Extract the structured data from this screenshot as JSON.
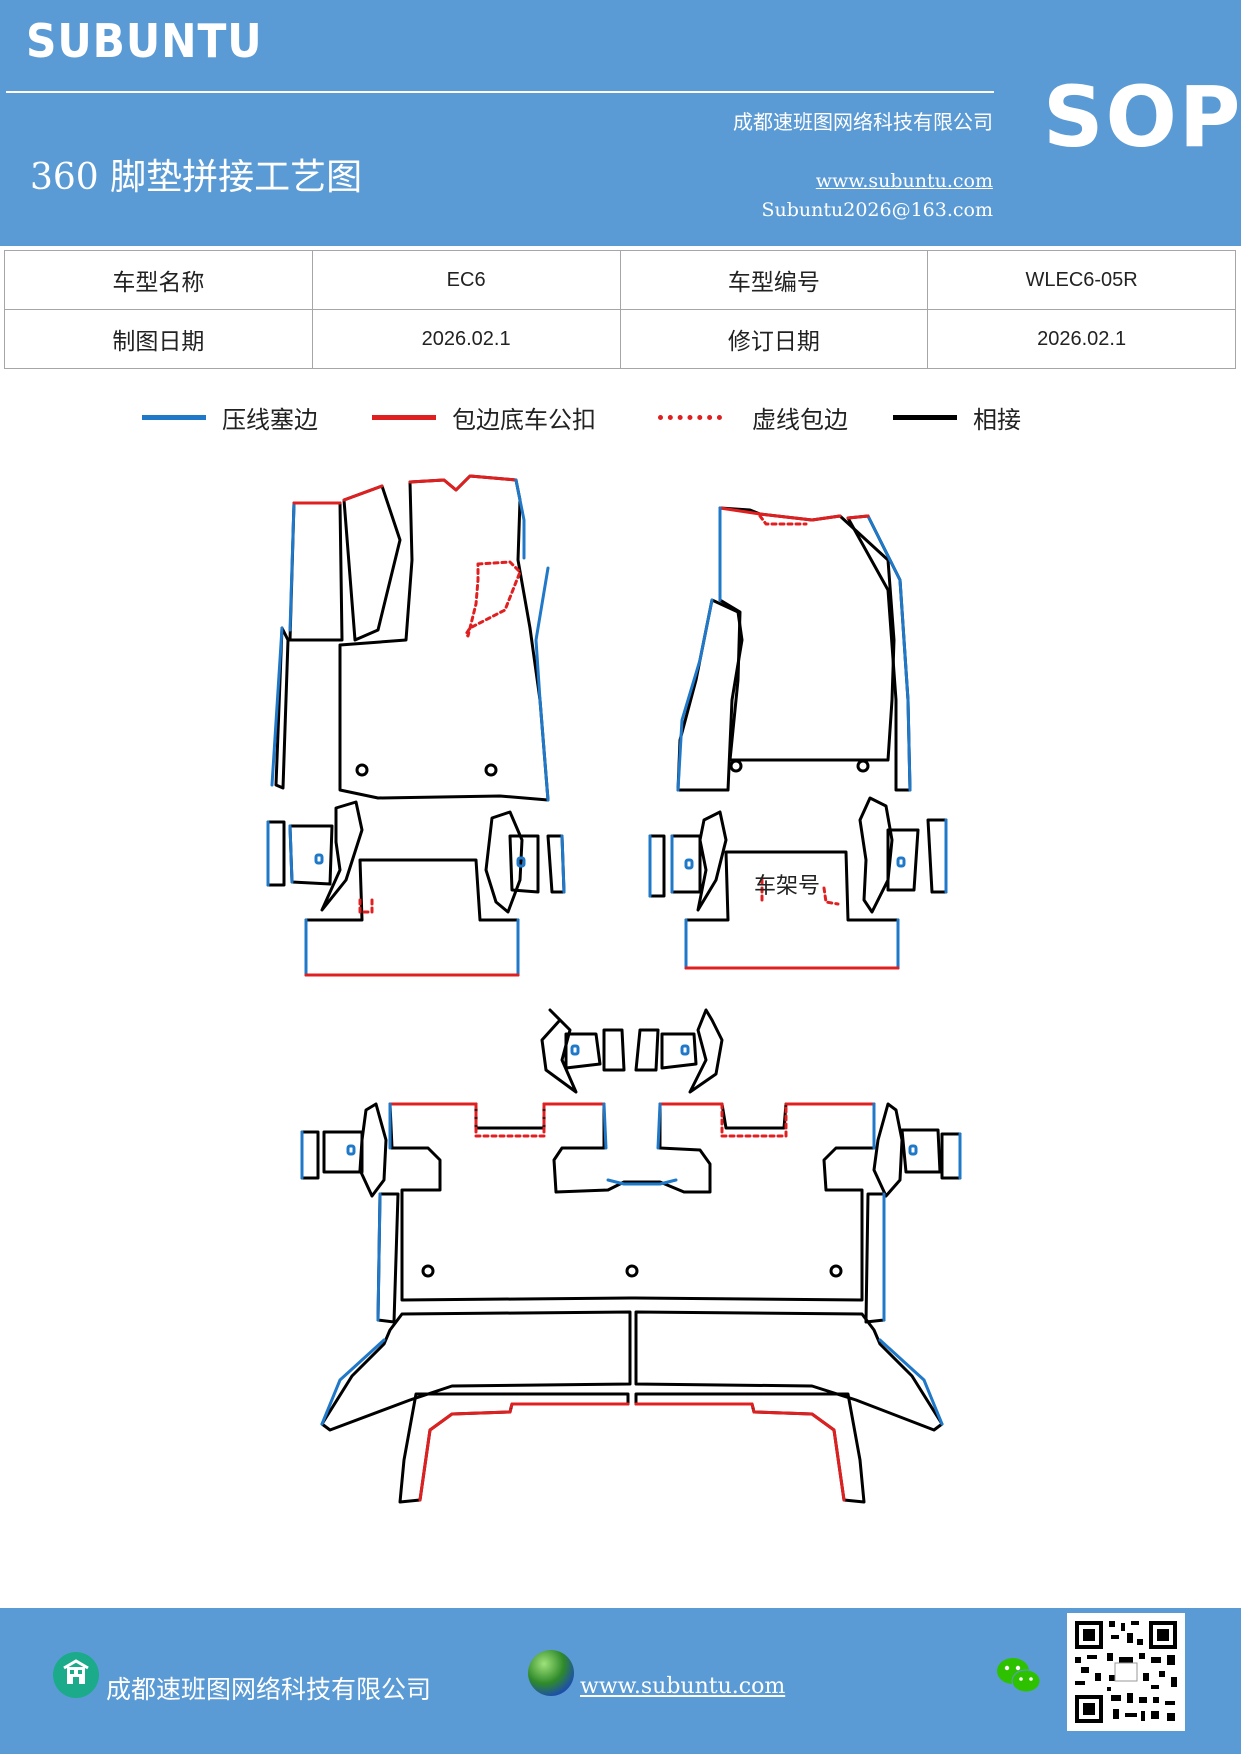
{
  "header": {
    "brand": "SUBUNTU",
    "doc_type": "SOP",
    "title": "360 脚垫拼接工艺图",
    "company": "成都速班图网络科技有限公司",
    "website": "www.subuntu.com",
    "email": "Subuntu2026@163.com"
  },
  "info_table": {
    "row1": {
      "label1": "车型名称",
      "value1": "EC6",
      "label2": "车型编号",
      "value2": "WLEC6-05R"
    },
    "row2": {
      "label1": "制图日期",
      "value1": "2026.02.1",
      "label2": "修订日期",
      "value2": "2026.02.1"
    }
  },
  "legend": [
    {
      "label": "压线塞边",
      "color": "#1f78c8",
      "style": "solid"
    },
    {
      "label": "包边底车公扣",
      "color": "#e02020",
      "style": "solid"
    },
    {
      "label": "虚线包边",
      "color": "#e02020",
      "style": "dotted"
    },
    {
      "label": "相接",
      "color": "#000000",
      "style": "solid"
    }
  ],
  "diagram": {
    "vin_label": "车架号"
  },
  "footer": {
    "company": "成都速班图网络科技有限公司",
    "website": "www.subuntu.com",
    "company_icon": "building-icon",
    "website_icon": "globe-icon",
    "wechat_icon": "wechat-icon",
    "qr": "qr-code"
  }
}
